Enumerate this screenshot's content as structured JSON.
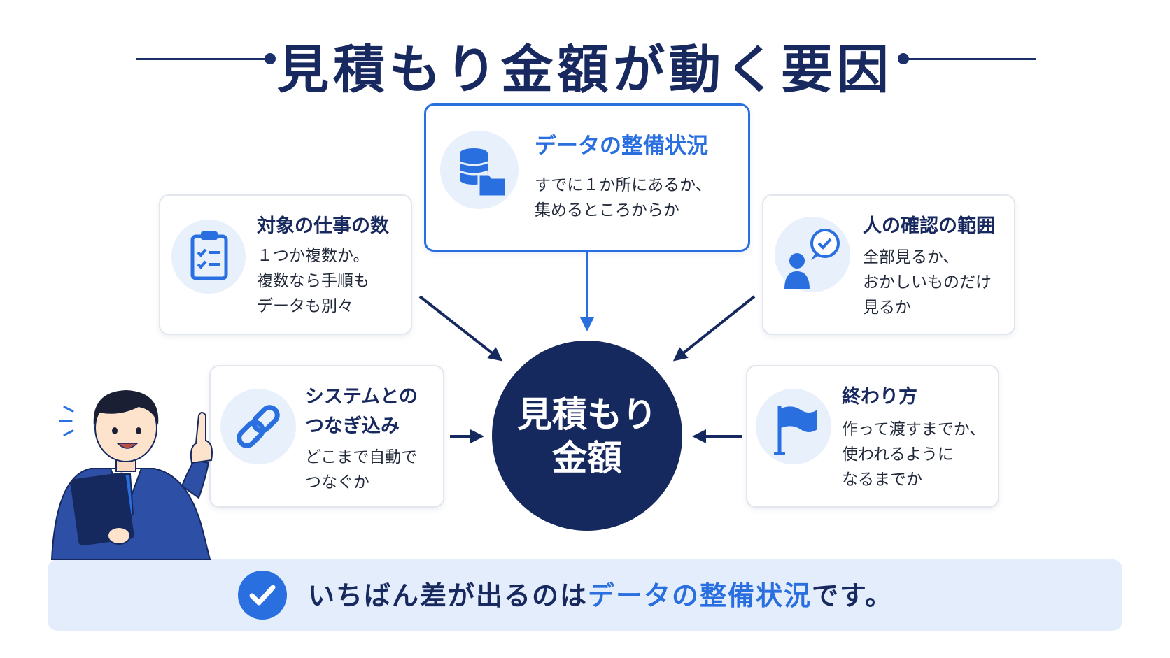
{
  "title": "見積もり金額が動く要因",
  "center": {
    "label": "見積もり\n金額"
  },
  "cards": {
    "data_status": {
      "title": "データの整備状況",
      "body": "すでに１か所にあるか、\n集めるところからか",
      "icon": "database-folder-icon"
    },
    "task_count": {
      "title": "対象の仕事の数",
      "body": "１つか複数か。\n複数なら手順も\nデータも別々",
      "icon": "clipboard-checklist-icon"
    },
    "human_review": {
      "title": "人の確認の範囲",
      "body": "全部見るか、\nおかしいものだけ\n見るか",
      "icon": "person-check-bubble-icon"
    },
    "system_link": {
      "title_line1": "システムとの",
      "title_line2": "つなぎ込み",
      "body": "どこまで自動で\nつなぐか",
      "icon": "chain-link-icon"
    },
    "finish": {
      "title": "終わり方",
      "body": "作って渡すまでか、\n使われるように\nなるまでか",
      "icon": "flag-icon"
    }
  },
  "conclusion": {
    "prefix": "いちばん差が出るのは",
    "highlight": "データの整備状況",
    "suffix": "です。",
    "icon": "check-circle-icon"
  },
  "colors": {
    "navy": "#16295f",
    "accent": "#2a6fe0",
    "icon_bg": "#e8f0fc",
    "bar_bg": "#e4edfb"
  }
}
